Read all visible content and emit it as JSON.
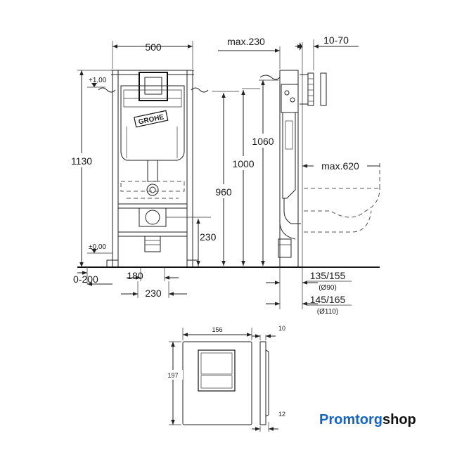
{
  "front": {
    "width": "500",
    "h_total": "1130",
    "lvl_top": "+1,00",
    "lvl_zero": "±0,00",
    "h_230": "230",
    "w_180": "180",
    "w_230": "230",
    "w_0_200": "0-200",
    "brand": "GROHE"
  },
  "side": {
    "max230": "max.230",
    "r10_70": "10-70",
    "h1060": "1060",
    "h1000": "1000",
    "h960": "960",
    "max620": "max.620",
    "d135": "135/155",
    "d135sub": "(Ø90)",
    "d145": "145/165",
    "d145sub": "(Ø110)"
  },
  "plate": {
    "w156": "156",
    "h197": "197",
    "t10": "10",
    "t12": "12"
  },
  "logo": {
    "part1": "Promtorg",
    "part2": "shop",
    "color1": "#1565c0",
    "color2": "#111111"
  }
}
